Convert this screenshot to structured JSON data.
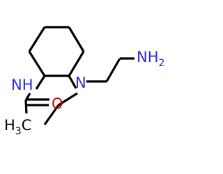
{
  "molecule": {
    "atoms": {
      "n_amide": {
        "symbol": "N",
        "hydrogens": "H"
      },
      "n_amine": {
        "symbol": "N"
      },
      "nh2": {
        "symbol": "NH",
        "subscript": "2"
      },
      "o_carbonyl": {
        "symbol": "O"
      },
      "ch3": {
        "symbol": "H",
        "subscript": "3",
        "symbol_after": "C"
      }
    },
    "colors": {
      "carbon": "#000000",
      "nitrogen": "#2b2bd6",
      "oxygen": "#cc0000"
    }
  }
}
